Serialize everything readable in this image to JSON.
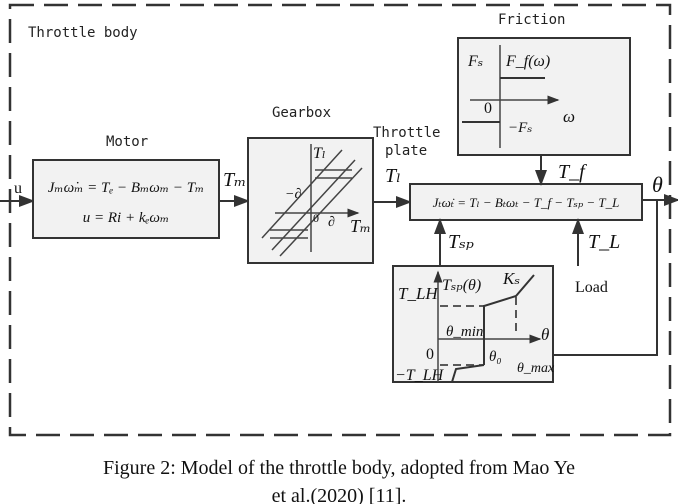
{
  "frame_title": "Throttle body",
  "motor": {
    "title": "Motor",
    "eq1": "Jₘω̇ₘ = Tₑ − Bₘωₘ − Tₘ",
    "eq2": "u = Ri + kₑωₘ",
    "input": "u",
    "output": "Tₘ"
  },
  "gearbox": {
    "title": "Gearbox",
    "y_axis": "Tₗ",
    "x_axis": "Tₘ",
    "neg_delta": "−∂",
    "delta": "∂",
    "origin": "0"
  },
  "throttle": {
    "title_line1": "Throttle",
    "title_line2": "plate",
    "input": "Tₗ",
    "eq": "Jₜω̇ₜ = Tₗ − Bₜωₜ − T_f − Tₛₚ − T_L",
    "output": "θ"
  },
  "friction": {
    "title": "Friction",
    "fs": "Fₛ",
    "ff": "F_f(ω)",
    "origin": "0",
    "neg_fs": "−Fₛ",
    "omega": "ω",
    "output": "T_f"
  },
  "spring": {
    "output": "Tₛₚ",
    "tlh": "T_LH",
    "tsp": "Tₛₚ(θ)",
    "ks": "Kₛ",
    "theta_min": "θ_min",
    "theta": "θ",
    "origin": "0",
    "theta0": "θ₀",
    "theta_max": "θ_max",
    "neg_tlh": "−T_LH"
  },
  "load": {
    "label": "Load",
    "output": "T_L"
  },
  "caption": {
    "line1": "Figure 2: Model of the throttle body, adopted from Mao Ye",
    "line2": "et al.(2020) [11]."
  }
}
